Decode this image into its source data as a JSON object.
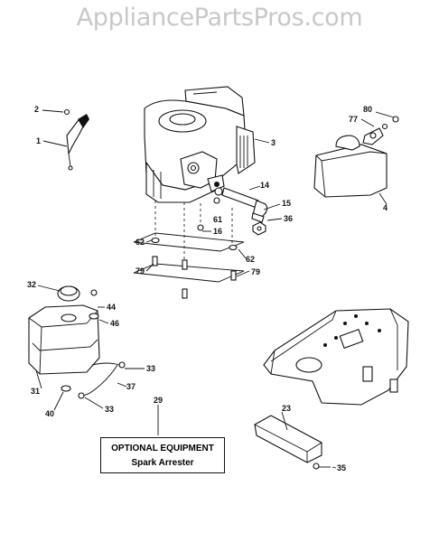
{
  "watermark": "AppliancePartsPros.com",
  "optional_box": {
    "title": "OPTIONAL EQUIPMENT",
    "subtitle": "Spark Arrester"
  },
  "callouts": [
    "1",
    "2",
    "3",
    "4",
    "14",
    "15",
    "16",
    "23",
    "29",
    "31",
    "32",
    "33",
    "33",
    "35",
    "36",
    "37",
    "40",
    "44",
    "46",
    "61",
    "62",
    "62",
    "77",
    "79",
    "79",
    "80"
  ]
}
